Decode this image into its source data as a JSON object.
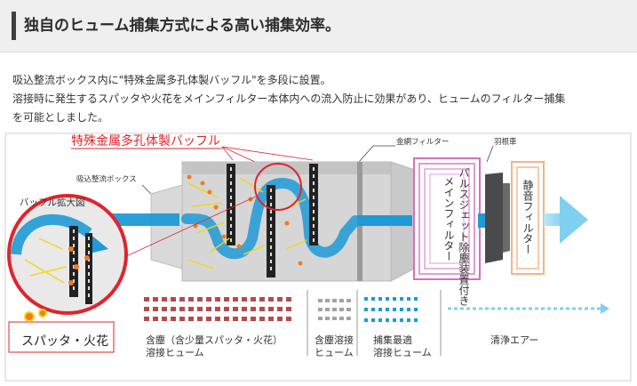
{
  "title": "独自のヒューム捕集方式による高い捕集効率。",
  "description": [
    "吸込整流ボックス内に\"特殊金属多孔体製バッフル\"を多段に設置。",
    "溶接時に発生するスパッタや火花をメインフィルター本体内への流入防止に効果があり、ヒュームのフィルター捕集",
    "を可能としました。"
  ],
  "diagram": {
    "baffle_title": "特殊金属多孔体製バッフル",
    "baffle_closeup_label": "バッフル拡大図",
    "intake_box_label": "吸込整流ボックス",
    "metal_filter_label": "金網フィルター",
    "fan_label": "羽根車",
    "main_filter_label": "メインフィルター",
    "pulse_jet_label": "パルスジェット除塵装置付き",
    "silencer_filter_label": "静音フィルター",
    "sparks_label": "スパッタ・火花"
  },
  "legend": [
    {
      "lines": [
        "含塵（含少量スパッタ・火花）",
        "溶接ヒューム"
      ]
    },
    {
      "lines": [
        "含塵溶接",
        "ヒューム"
      ]
    },
    {
      "lines": [
        "捕集最適",
        "溶接ヒューム"
      ]
    },
    {
      "lines": [
        "清浄エアー"
      ]
    }
  ],
  "colors": {
    "airflow": "#1f9ad6",
    "spark": "#f07c1e",
    "accent_red": "#e0242c",
    "filter_pink": "#d66fc0",
    "filter_peach": "#f2b48a"
  }
}
